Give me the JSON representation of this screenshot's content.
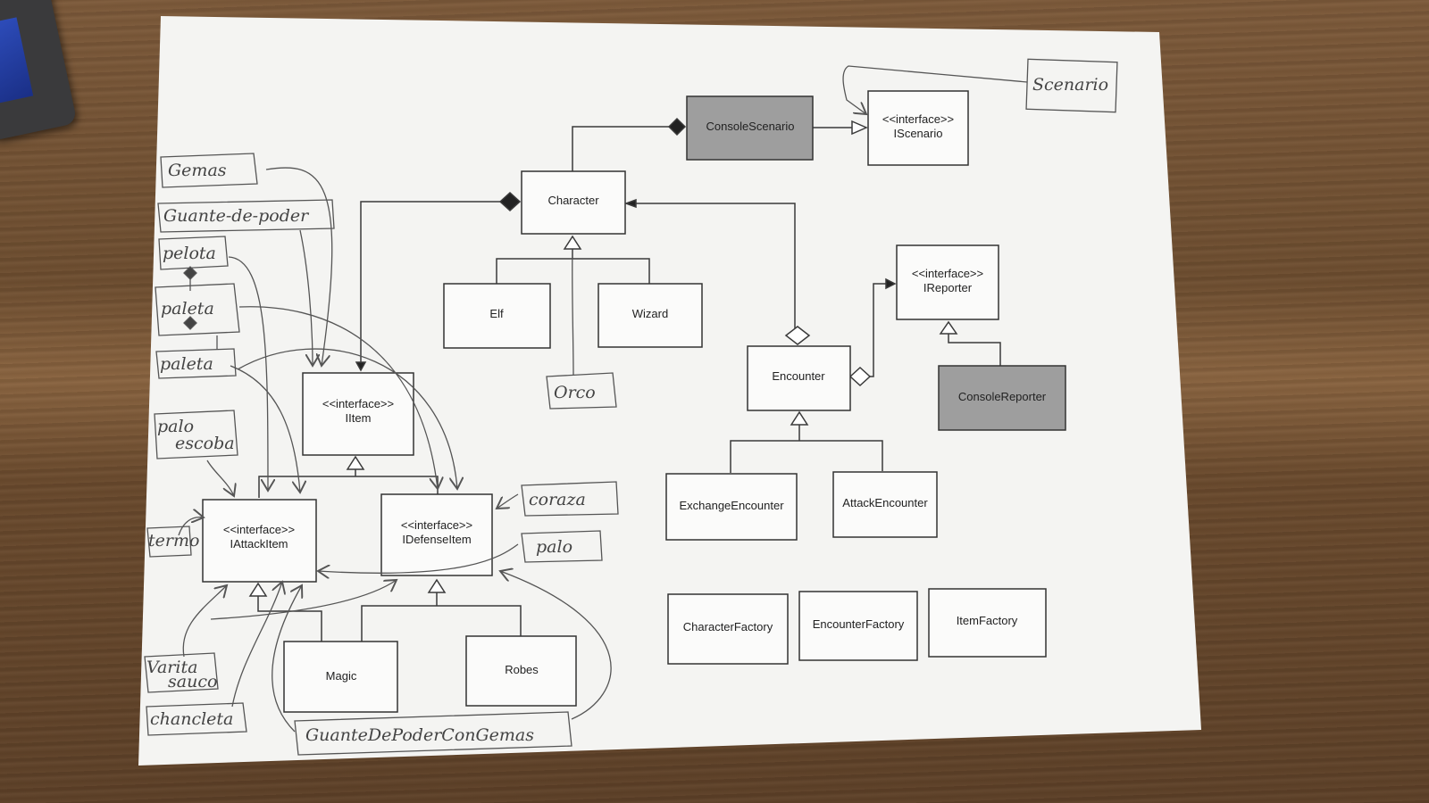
{
  "diagram": {
    "classes": {
      "console_scenario": "ConsoleScenario",
      "iscenario_stereotype": "<<interface>>",
      "iscenario": "IScenario",
      "character": "Character",
      "elf": "Elf",
      "wizard": "Wizard",
      "ireporter_stereotype": "<<interface>>",
      "ireporter": "IReporter",
      "console_reporter": "ConsoleReporter",
      "encounter": "Encounter",
      "exchange_encounter": "ExchangeEncounter",
      "attack_encounter": "AttackEncounter",
      "character_factory": "CharacterFactory",
      "encounter_factory": "EncounterFactory",
      "item_factory": "ItemFactory",
      "iitem_stereotype": "<<interface>>",
      "iitem": "IItem",
      "iattackitem_stereotype": "<<interface>>",
      "iattackitem": "IAttackItem",
      "idefenseitem_stereotype": "<<interface>>",
      "idefenseitem": "IDefenseItem",
      "magic": "Magic",
      "robes": "Robes"
    },
    "handwritten": {
      "scenario": "Scenario",
      "gemas": "Gemas",
      "guante_de_poder": "Guante-de-poder",
      "pelota": "pelota",
      "paleta": "paleta",
      "paleta2": "paleta",
      "palo_escoba_1": "palo",
      "palo_escoba_2": "escoba",
      "termo": "termo",
      "orco": "Orco",
      "coraza": "coraza",
      "palo": "palo",
      "varita_sauco_1": "Varita",
      "varita_sauco_2": "sauco",
      "chancleta": "chancleta",
      "guante_gemas": "GuanteDePoderConGemas"
    },
    "colors": {
      "paper": "#f4f4f2",
      "filled_box": "#9e9e9e",
      "line": "#3a3a3a",
      "pencil": "#555555"
    }
  }
}
